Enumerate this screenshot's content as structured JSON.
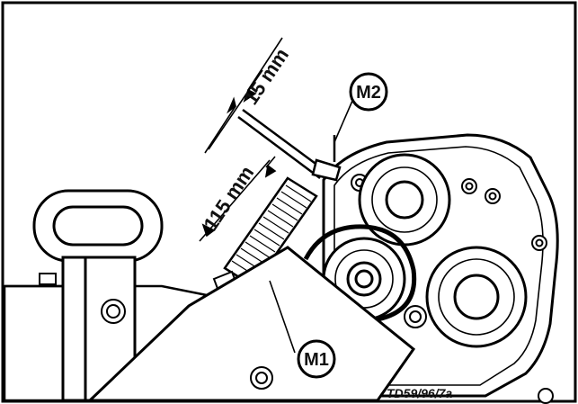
{
  "diagram": {
    "callouts": {
      "m1": "M1",
      "m2": "M2"
    },
    "dimensions": {
      "upper": "15 mm",
      "lower": "115 mm"
    },
    "reference_code": "TD59/96/7a"
  }
}
